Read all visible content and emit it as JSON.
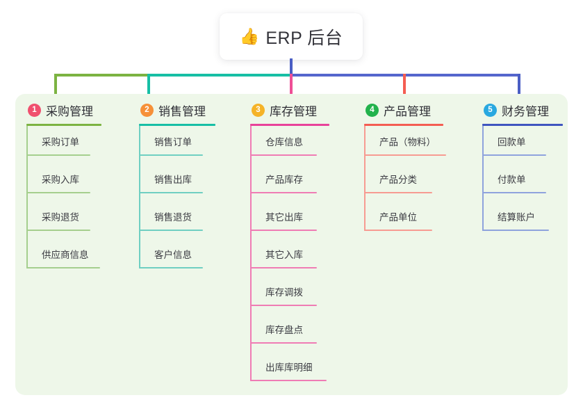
{
  "root": {
    "icon": "thumbs-up-icon",
    "emoji": "👍",
    "label": "ERP 后台"
  },
  "connector_colors": {
    "trunk": "#4a5ec4",
    "segment_a": "#7cb342",
    "segment_b": "#17bfa5",
    "segment_c": "#5566cd"
  },
  "panel_color": "#eef7e9",
  "columns": [
    {
      "number": "1",
      "title": "采购管理",
      "badge_color": "#f0506e",
      "rule_color": "#7cb342",
      "rule_width": 108,
      "leaf_color": "#a5cf8e",
      "stub_color": "#7cb342",
      "items": [
        {
          "label": "采购订单",
          "rule_width": 92
        },
        {
          "label": "采购入库",
          "rule_width": 92
        },
        {
          "label": "采购退货",
          "rule_width": 92
        },
        {
          "label": "供应商信息",
          "rule_width": 106
        }
      ]
    },
    {
      "number": "2",
      "title": "销售管理",
      "badge_color": "#f69038",
      "rule_color": "#17bfa5",
      "rule_width": 110,
      "leaf_color": "#6fcfc2",
      "stub_color": "#17bfa5",
      "items": [
        {
          "label": "销售订单",
          "rule_width": 92
        },
        {
          "label": "销售出库",
          "rule_width": 92
        },
        {
          "label": "销售退货",
          "rule_width": 92
        },
        {
          "label": "客户信息",
          "rule_width": 92
        }
      ]
    },
    {
      "number": "3",
      "title": "库存管理",
      "badge_color": "#f5b328",
      "rule_color": "#e8429a",
      "rule_width": 114,
      "leaf_color": "#ef7cb4",
      "stub_color": "#ef4f96",
      "items": [
        {
          "label": "仓库信息",
          "rule_width": 96
        },
        {
          "label": "产品库存",
          "rule_width": 96
        },
        {
          "label": "其它出库",
          "rule_width": 96
        },
        {
          "label": "其它入库",
          "rule_width": 96
        },
        {
          "label": "库存调拨",
          "rule_width": 96
        },
        {
          "label": "库存盘点",
          "rule_width": 96
        },
        {
          "label": "出库库明细",
          "rule_width": 110
        }
      ]
    },
    {
      "number": "4",
      "title": "产品管理",
      "badge_color": "#22b24c",
      "rule_color": "#f45d52",
      "rule_width": 114,
      "leaf_color": "#f79b92",
      "stub_color": "#f45d52",
      "items": [
        {
          "label": "产品（物料）",
          "rule_width": 118
        },
        {
          "label": "产品分类",
          "rule_width": 98
        },
        {
          "label": "产品单位",
          "rule_width": 98
        }
      ]
    },
    {
      "number": "5",
      "title": "财务管理",
      "badge_color": "#29a8e0",
      "rule_color": "#3f55bf",
      "rule_width": 116,
      "leaf_color": "#8fa3dd",
      "stub_color": "#4a5ec4",
      "items": [
        {
          "label": "回款单",
          "rule_width": 92
        },
        {
          "label": "付款单",
          "rule_width": 92
        },
        {
          "label": "结算账户",
          "rule_width": 96
        }
      ]
    }
  ]
}
